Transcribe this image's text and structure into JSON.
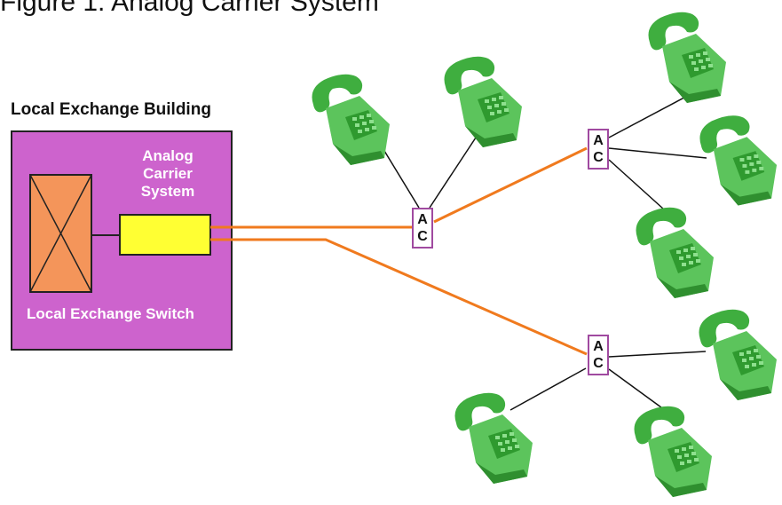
{
  "title": "Figure 1. Analog Carrier System",
  "building": {
    "label": "Local Exchange Building",
    "carrier_label": "Analog Carrier System",
    "switch_label": "Local Exchange Switch"
  },
  "ac_box": {
    "line1": "A",
    "line2": "C"
  },
  "colors": {
    "building_fill": "#cd63cd",
    "switch_fill": "#f4955a",
    "carrier_fill": "#ffff33",
    "trunk_line": "#f07a1e",
    "phone_green": "#5cc45c"
  },
  "icons": {
    "phone": "telephone-icon"
  }
}
